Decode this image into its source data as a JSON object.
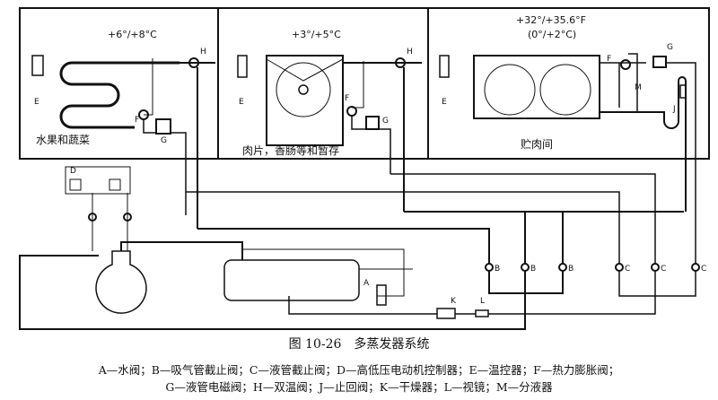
{
  "figure": {
    "caption": "图 10-26　多蒸发器系统",
    "legend_line1": "A—水阀；B—吸气管截止阀；C—液管截止阀；D—高低压电动机控制器；E—温控器；F—热力膨胀阀；",
    "legend_line2": "G—液管电磁阀；H—双温阀；J—止回阀；K—干燥器；L—视镜；M—分液器"
  },
  "rooms": [
    {
      "temp": "+6°/+8°C",
      "name": "水果和蔬菜"
    },
    {
      "temp": "+3°/+5°C",
      "name": "肉片，香肠等和暂存"
    },
    {
      "temp": "+32°/+35.6°F",
      "temp2": "(0°/+2°C)",
      "name": "贮肉间"
    }
  ],
  "labels": {
    "A": "A",
    "B": "B",
    "C": "C",
    "D": "D",
    "E": "E",
    "F": "F",
    "G": "G",
    "H": "H",
    "J": "J",
    "K": "K",
    "L": "L",
    "M": "M"
  }
}
